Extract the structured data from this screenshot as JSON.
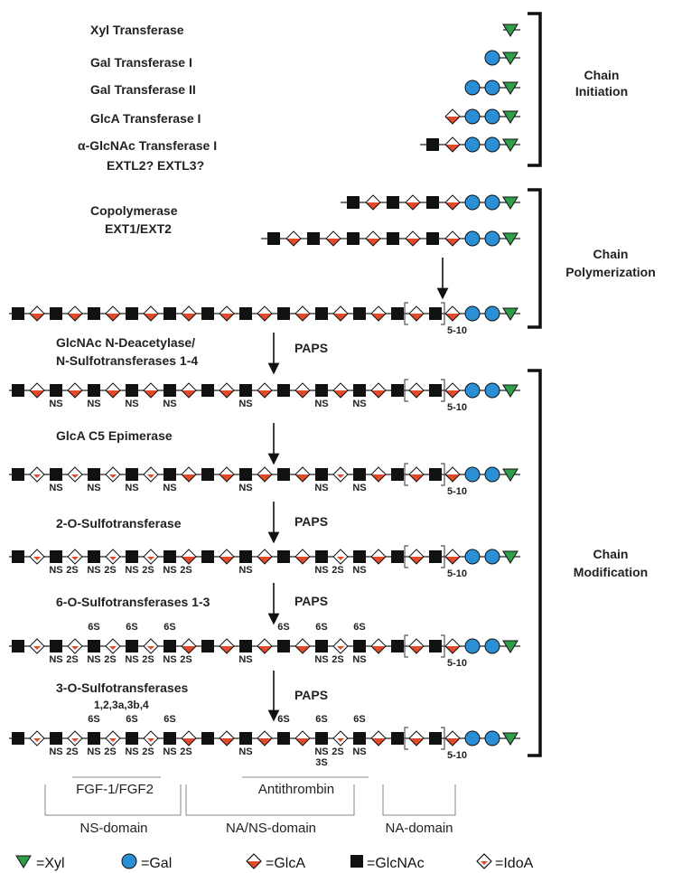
{
  "labels": {
    "xyl_transferase": "Xyl Transferase",
    "gal_transferase_1": "Gal Transferase I",
    "gal_transferase_2": "Gal Transferase II",
    "glca_transferase_1": "GlcA Transferase I",
    "glcnac_transferase_1": "α-GlcNAc Transferase I",
    "extl": "EXTL2?  EXTL3?",
    "copolymerase": "Copolymerase",
    "ext": "EXT1/EXT2",
    "deacetylase": "GlcNAc N-Deacetylase/",
    "sulfotransferases_14": "N-Sulfotransferases 1-4",
    "epimerase": "GlcA C5 Epimerase",
    "two_o": "2-O-Sulfotransferase",
    "six_o": "6-O-Sulfotransferases 1-3",
    "three_o": "3-O-Sulfotransferases",
    "three_o_sub": "1,2,3a,3b,4",
    "paps": "PAPS",
    "repeat": "5-10"
  },
  "phases": {
    "initiation": [
      "Chain",
      "Initiation"
    ],
    "polymerization": [
      "Chain",
      "Polymerization"
    ],
    "modification": [
      "Chain",
      "Modification"
    ]
  },
  "domains": {
    "fgf": "FGF-1/FGF2",
    "antithrombin": "Antithrombin",
    "ns": "NS-domain",
    "na_ns": "NA/NS-domain",
    "na": "NA-domain"
  },
  "mods": {
    "ns": "NS",
    "two_s": "2S",
    "six_s": "6S",
    "three_s": "3S"
  },
  "legend": [
    {
      "icon": "xyl",
      "label": "=Xyl"
    },
    {
      "icon": "gal",
      "label": "=Gal"
    },
    {
      "icon": "glca",
      "label": "=GlcA"
    },
    {
      "icon": "glcnac",
      "label": "=GlcNAc"
    },
    {
      "icon": "idoa",
      "label": "=IdoA"
    }
  ],
  "colors": {
    "xyl": "#2e9e4a",
    "gal": "#2a8fd4",
    "glca_red": "#e24a2a",
    "glcnac": "#111111",
    "line": "#222222"
  }
}
